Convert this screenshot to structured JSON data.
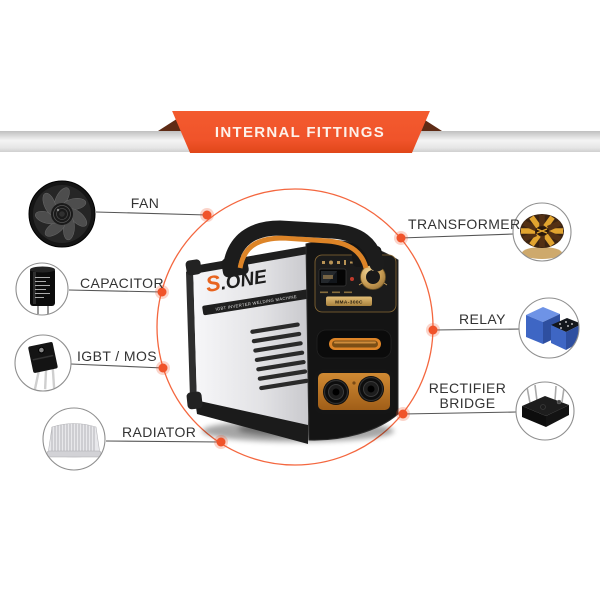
{
  "banner": {
    "title": "INTERNAL FITTINGS",
    "colors": {
      "ribbon": "#F0532A",
      "fold": "#5E2B15",
      "bar": "#E4E4E4"
    }
  },
  "diagram": {
    "accent_color": "#F0532A",
    "connector_line_color": "#555555",
    "left_items": [
      {
        "id": "fan",
        "label": "FAN"
      },
      {
        "id": "capacitor",
        "label": "CAPACITOR"
      },
      {
        "id": "igbt-mos",
        "label": "IGBT / MOS"
      },
      {
        "id": "radiator",
        "label": "RADIATOR"
      }
    ],
    "right_items": [
      {
        "id": "transformer",
        "label": "TRANSFORMER"
      },
      {
        "id": "relay",
        "label": "RELAY"
      },
      {
        "id": "rectifier-bridge",
        "label": "RECTIFIER BRIDGE",
        "label_lines": [
          "RECTIFIER",
          "BRIDGE"
        ]
      }
    ]
  },
  "machine": {
    "logo_accent": "S",
    "logo_rest": ".ONE",
    "tagline": "IGBT INVERTER WELDING MACHINE",
    "model": "MMA-300C",
    "colors": {
      "body_silver": "#E9E9EC",
      "panel_black": "#161616",
      "gold": "#C9A05C",
      "accent_orange": "#DD8427",
      "relay_blue": "#3E66C4",
      "transformer_gold": "#E2A42F"
    }
  }
}
